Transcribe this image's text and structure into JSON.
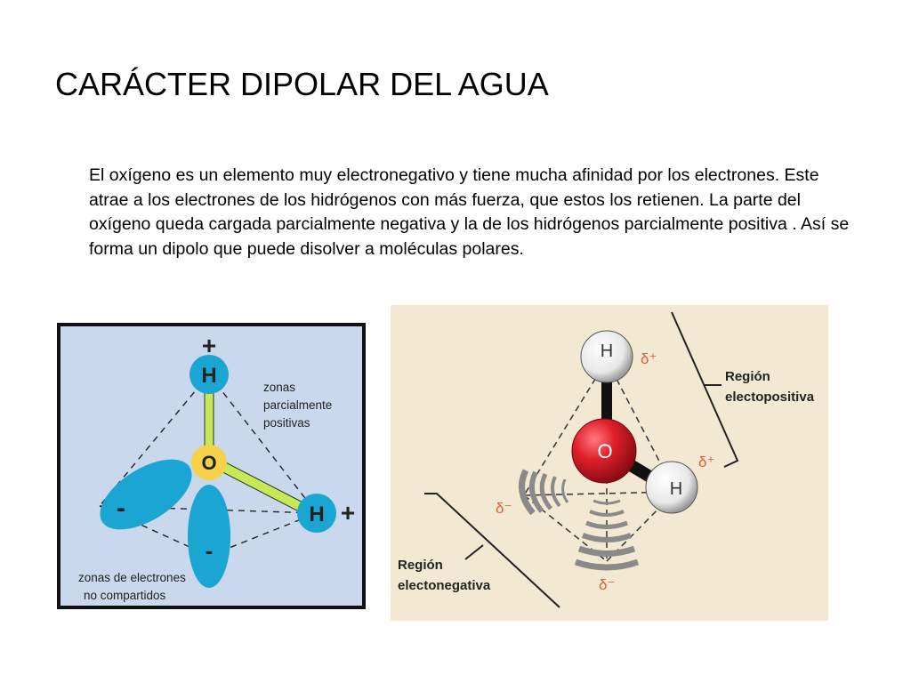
{
  "slide": {
    "title": "CARÁCTER DIPOLAR DEL AGUA",
    "body": "El oxígeno es un elemento muy electronegativo y tiene mucha afinidad por los electrones. Este atrae a los electrones de los hidrógenos con más fuerza, que estos los retienen. La parte del oxígeno queda cargada parcialmente negativa y la de los hidrógenos parcialmente positiva . Así se forma un dipolo que puede disolver a moléculas polares."
  },
  "left_diagram": {
    "h_top": "H",
    "h_right": "H",
    "oxygen": "O",
    "plus_top": "+",
    "plus_right": "+",
    "minus_left": "-",
    "minus_bottom": "-",
    "label_positive_1": "zonas",
    "label_positive_2": "parcialmente",
    "label_positive_3": "positivas",
    "label_lone_1": "zonas de electrones",
    "label_lone_2": "no compartidos",
    "colors": {
      "background": "#c9d8ec",
      "atom": "#1aa5d3",
      "oxygen": "#f5d24a",
      "bond": "#c8e85a"
    }
  },
  "right_diagram": {
    "h_top": "H",
    "h_right": "H",
    "oxygen": "O",
    "delta_plus_top": "δ⁺",
    "delta_plus_right": "δ⁺",
    "delta_minus_left": "δ⁻",
    "delta_minus_bottom": "δ⁻",
    "region_positive_1": "Región",
    "region_positive_2": "electopositiva",
    "region_negative_1": "Región",
    "region_negative_2": "electonegativa",
    "colors": {
      "background": "#f3e9d2",
      "oxygen": "#e0202c",
      "delta": "#d9603a"
    }
  }
}
